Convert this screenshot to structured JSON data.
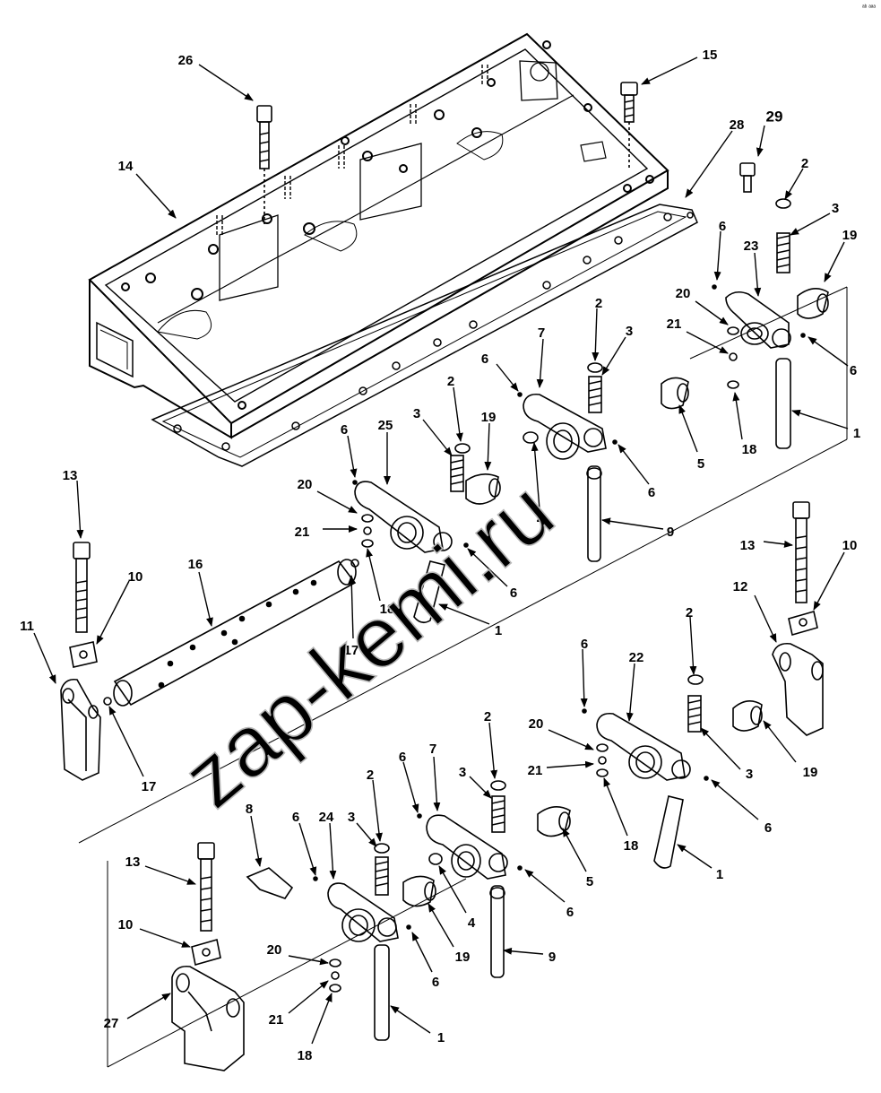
{
  "corner_mark": "ᵃᵇ ᵃᵃᵃ",
  "watermark": "zap-kemi.ru",
  "callouts": [
    {
      "id": "c26",
      "label": "26"
    },
    {
      "id": "c14",
      "label": "14"
    },
    {
      "id": "c15",
      "label": "15"
    },
    {
      "id": "c28",
      "label": "28"
    },
    {
      "id": "c29",
      "label": "29"
    },
    {
      "id": "c2a",
      "label": "2"
    },
    {
      "id": "c3a",
      "label": "3"
    },
    {
      "id": "c19a",
      "label": "19"
    },
    {
      "id": "c6a",
      "label": "6"
    },
    {
      "id": "c23",
      "label": "23"
    },
    {
      "id": "c20a",
      "label": "20"
    },
    {
      "id": "c21a",
      "label": "21"
    },
    {
      "id": "c6b",
      "label": "6"
    },
    {
      "id": "c18a",
      "label": "18"
    },
    {
      "id": "c1a",
      "label": "1"
    },
    {
      "id": "c5a",
      "label": "5"
    },
    {
      "id": "c2b",
      "label": "2"
    },
    {
      "id": "c3b",
      "label": "3"
    },
    {
      "id": "c7a",
      "label": "7"
    },
    {
      "id": "c6c",
      "label": "6"
    },
    {
      "id": "c4a",
      "label": "4"
    },
    {
      "id": "c6d",
      "label": "6"
    },
    {
      "id": "c9a",
      "label": "9"
    },
    {
      "id": "c2c",
      "label": "2"
    },
    {
      "id": "c3c",
      "label": "3"
    },
    {
      "id": "c19b",
      "label": "19"
    },
    {
      "id": "c6e",
      "label": "6"
    },
    {
      "id": "c25",
      "label": "25"
    },
    {
      "id": "c20b",
      "label": "20"
    },
    {
      "id": "c21b",
      "label": "21"
    },
    {
      "id": "c18b",
      "label": "18"
    },
    {
      "id": "c6f",
      "label": "6"
    },
    {
      "id": "c1b",
      "label": "1"
    },
    {
      "id": "c13a",
      "label": "13"
    },
    {
      "id": "c10a",
      "label": "10"
    },
    {
      "id": "c16",
      "label": "16"
    },
    {
      "id": "c17a",
      "label": "17"
    },
    {
      "id": "c11",
      "label": "11"
    },
    {
      "id": "c17b",
      "label": "17"
    },
    {
      "id": "c13b",
      "label": "13"
    },
    {
      "id": "c10b",
      "label": "10"
    },
    {
      "id": "c12",
      "label": "12"
    },
    {
      "id": "c19c",
      "label": "19"
    },
    {
      "id": "c6g",
      "label": "6"
    },
    {
      "id": "c22",
      "label": "22"
    },
    {
      "id": "c2d",
      "label": "2"
    },
    {
      "id": "c20c",
      "label": "20"
    },
    {
      "id": "c3d",
      "label": "3"
    },
    {
      "id": "c21c",
      "label": "21"
    },
    {
      "id": "c18c",
      "label": "18"
    },
    {
      "id": "c6h",
      "label": "6"
    },
    {
      "id": "c1c",
      "label": "1"
    },
    {
      "id": "c6i",
      "label": "6"
    },
    {
      "id": "c7b",
      "label": "7"
    },
    {
      "id": "c2e",
      "label": "2"
    },
    {
      "id": "c3e",
      "label": "3"
    },
    {
      "id": "c5b",
      "label": "5"
    },
    {
      "id": "c4b",
      "label": "4"
    },
    {
      "id": "c6j",
      "label": "6"
    },
    {
      "id": "c9b",
      "label": "9"
    },
    {
      "id": "c8",
      "label": "8"
    },
    {
      "id": "c6k",
      "label": "6"
    },
    {
      "id": "c24",
      "label": "24"
    },
    {
      "id": "c3f",
      "label": "3"
    },
    {
      "id": "c2f",
      "label": "2"
    },
    {
      "id": "c13c",
      "label": "13"
    },
    {
      "id": "c10c",
      "label": "10"
    },
    {
      "id": "c19d",
      "label": "19"
    },
    {
      "id": "c6l",
      "label": "6"
    },
    {
      "id": "c20d",
      "label": "20"
    },
    {
      "id": "c27",
      "label": "27"
    },
    {
      "id": "c21d",
      "label": "21"
    },
    {
      "id": "c18d",
      "label": "18"
    },
    {
      "id": "c1d",
      "label": "1"
    }
  ]
}
